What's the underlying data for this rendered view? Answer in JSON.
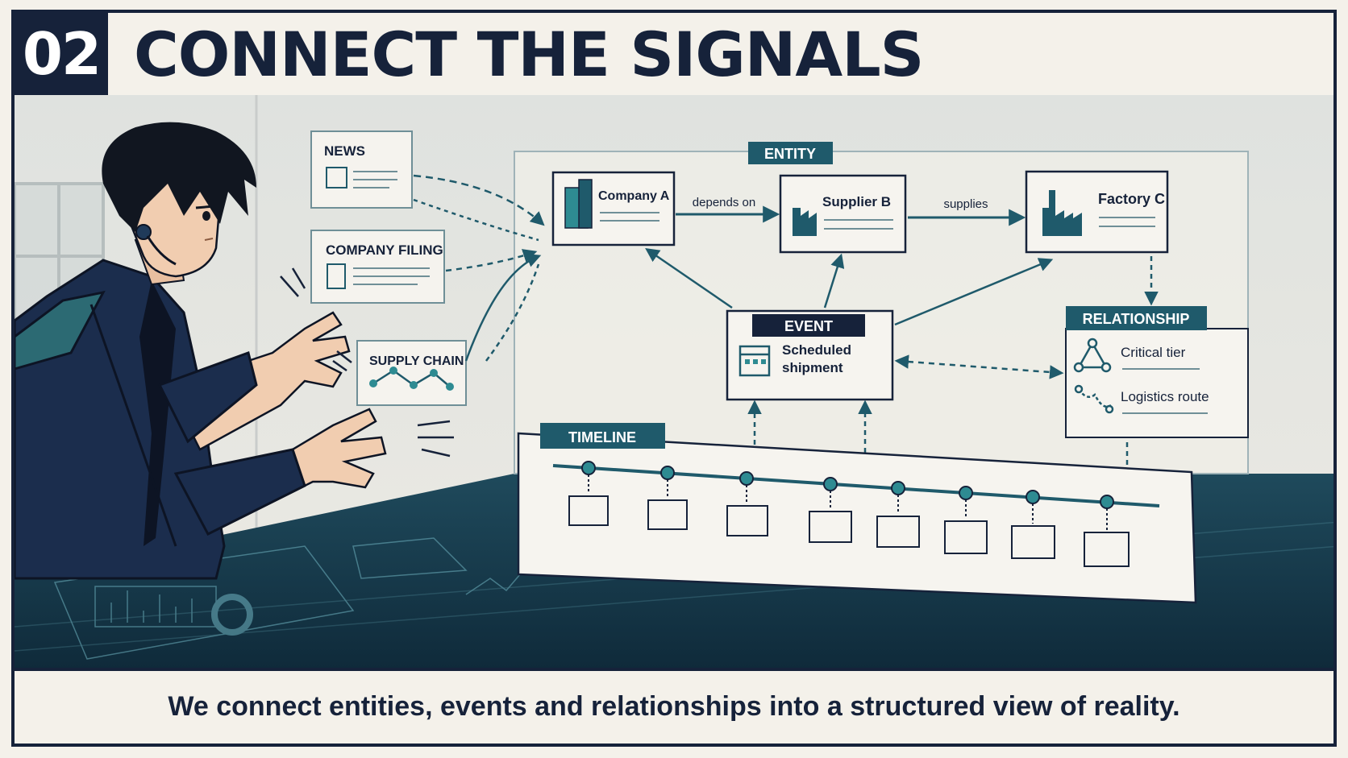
{
  "header": {
    "number": "02",
    "title": "CONNECT THE SIGNALS"
  },
  "sources": {
    "news": "NEWS",
    "filing": "COMPANY FILING",
    "supply": "SUPPLY CHAIN"
  },
  "diagram": {
    "entity_label": "ENTITY",
    "company_a": "Company A",
    "supplier_b": "Supplier B",
    "factory_c": "Factory C",
    "edge_depends": "depends on",
    "edge_supplies": "supplies",
    "event_label": "EVENT",
    "event_line1": "Scheduled",
    "event_line2": "shipment",
    "relationship_label": "RELATIONSHIP",
    "rel_critical": "Critical tier",
    "rel_logistics": "Logistics route",
    "timeline_label": "TIMELINE"
  },
  "caption": "We connect entities, events and relationships into a structured view of reality.",
  "colors": {
    "navy": "#16223a",
    "teal": "#1f5a6b",
    "accent": "#2e8b92",
    "paper": "#f4f1ea"
  }
}
